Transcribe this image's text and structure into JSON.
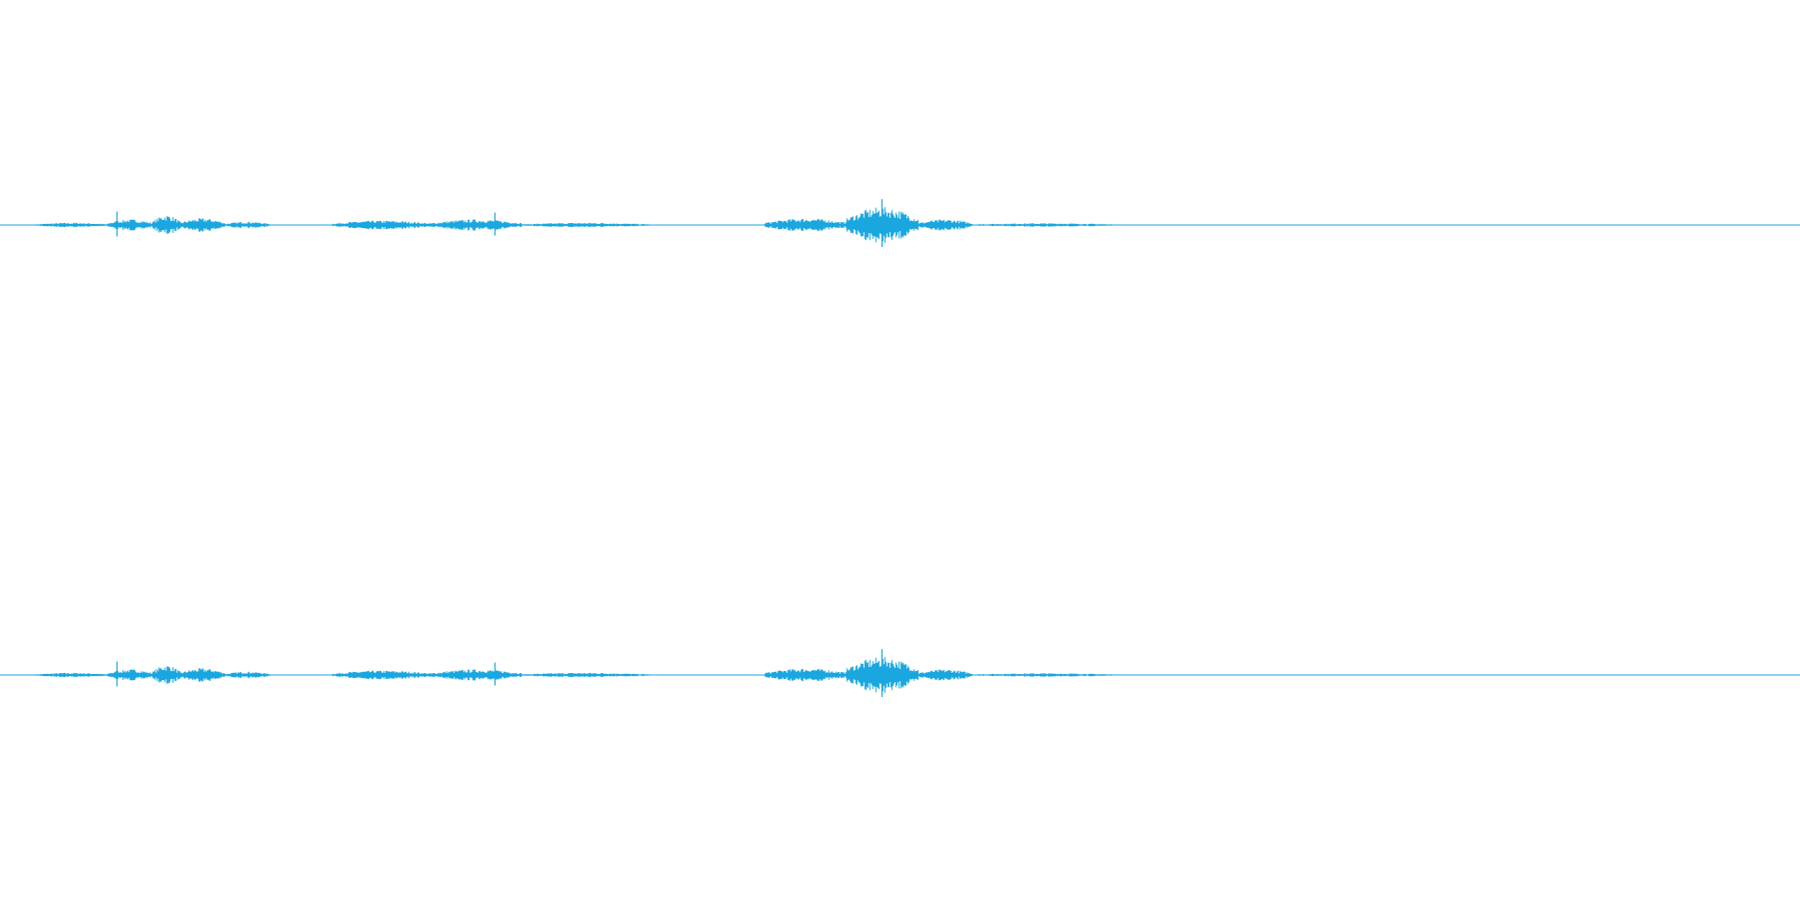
{
  "chart_data": {
    "type": "area",
    "title": "",
    "xlabel": "",
    "ylabel": "",
    "x_range": [
      0,
      1
    ],
    "y_range": [
      -1,
      1
    ],
    "grid": false,
    "legend": "none",
    "color": "#1aa7e0",
    "series": [
      {
        "channel": 1,
        "segments": [
          {
            "start": 0.02,
            "end": 0.06,
            "amp": 0.01
          },
          {
            "start": 0.06,
            "end": 0.085,
            "amp": 0.025
          },
          {
            "start": 0.085,
            "end": 0.1,
            "amp": 0.045
          },
          {
            "start": 0.1,
            "end": 0.125,
            "amp": 0.03
          },
          {
            "start": 0.125,
            "end": 0.15,
            "amp": 0.015
          },
          {
            "start": 0.185,
            "end": 0.24,
            "amp": 0.02
          },
          {
            "start": 0.24,
            "end": 0.29,
            "amp": 0.025
          },
          {
            "start": 0.29,
            "end": 0.36,
            "amp": 0.01
          },
          {
            "start": 0.425,
            "end": 0.47,
            "amp": 0.03
          },
          {
            "start": 0.47,
            "end": 0.51,
            "amp": 0.08
          },
          {
            "start": 0.51,
            "end": 0.54,
            "amp": 0.025
          },
          {
            "start": 0.54,
            "end": 0.62,
            "amp": 0.008
          }
        ],
        "spikes": [
          {
            "t": 0.065,
            "amp": 0.06
          },
          {
            "t": 0.275,
            "amp": 0.055
          },
          {
            "t": 0.49,
            "amp": 0.115
          }
        ]
      },
      {
        "channel": 2,
        "segments": [
          {
            "start": 0.02,
            "end": 0.06,
            "amp": 0.01
          },
          {
            "start": 0.06,
            "end": 0.085,
            "amp": 0.025
          },
          {
            "start": 0.085,
            "end": 0.1,
            "amp": 0.045
          },
          {
            "start": 0.1,
            "end": 0.125,
            "amp": 0.03
          },
          {
            "start": 0.125,
            "end": 0.15,
            "amp": 0.015
          },
          {
            "start": 0.185,
            "end": 0.24,
            "amp": 0.02
          },
          {
            "start": 0.24,
            "end": 0.29,
            "amp": 0.025
          },
          {
            "start": 0.29,
            "end": 0.36,
            "amp": 0.01
          },
          {
            "start": 0.425,
            "end": 0.47,
            "amp": 0.03
          },
          {
            "start": 0.47,
            "end": 0.51,
            "amp": 0.08
          },
          {
            "start": 0.51,
            "end": 0.54,
            "amp": 0.025
          },
          {
            "start": 0.54,
            "end": 0.62,
            "amp": 0.008
          }
        ],
        "spikes": [
          {
            "t": 0.065,
            "amp": 0.06
          },
          {
            "t": 0.275,
            "amp": 0.055
          },
          {
            "t": 0.49,
            "amp": 0.115
          }
        ]
      }
    ]
  }
}
